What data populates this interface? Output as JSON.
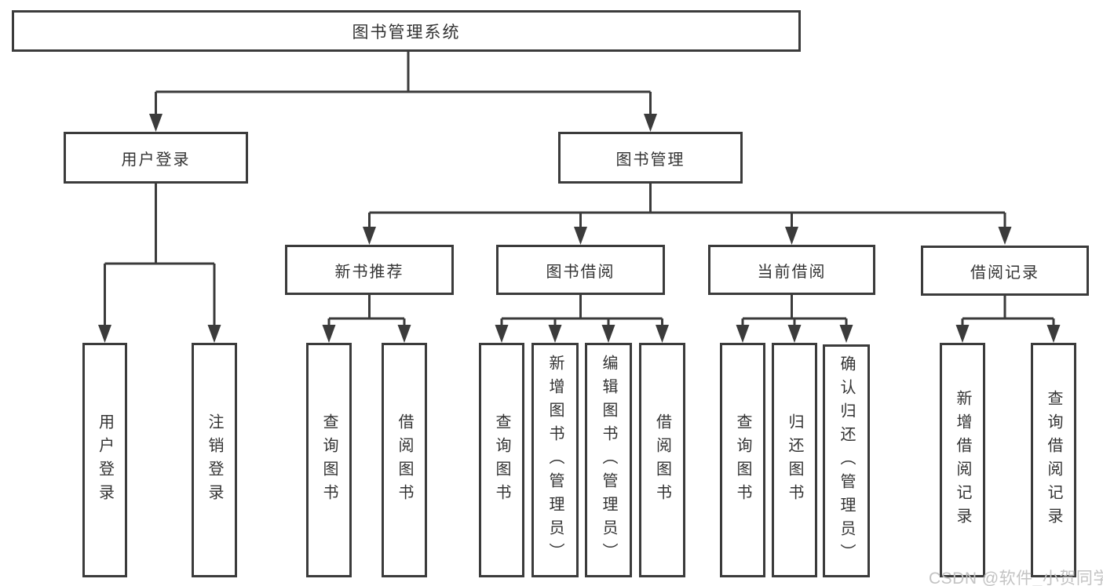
{
  "diagram": {
    "root": "图书管理系统",
    "level2": {
      "user_login": "用户登录",
      "book_management": "图书管理"
    },
    "level3": {
      "new_book_recommend": "新书推荐",
      "book_borrow": "图书借阅",
      "current_borrow": "当前借阅",
      "borrow_records": "借阅记录"
    },
    "leaves": {
      "user_login": "用户登录",
      "logout": "注销登录",
      "query_books_recommend": "查询图书",
      "borrow_books_recommend": "借阅图书",
      "query_books_borrow": "查询图书",
      "add_books_admin": "新增图书（管理员）",
      "edit_books_admin": "编辑图书（管理员）",
      "borrow_books_borrow": "借阅图书",
      "query_books_current": "查询图书",
      "return_books": "归还图书",
      "confirm_return_admin": "确认归还（管理员）",
      "add_borrow_record": "新增借阅记录",
      "query_borrow_record": "查询借阅记录"
    }
  },
  "watermark": "CSDN @软件_小贺同学",
  "colors": {
    "line": "#3b3b3b",
    "text": "#333333",
    "background": "#ffffff",
    "watermark": "#c3c3c3"
  }
}
